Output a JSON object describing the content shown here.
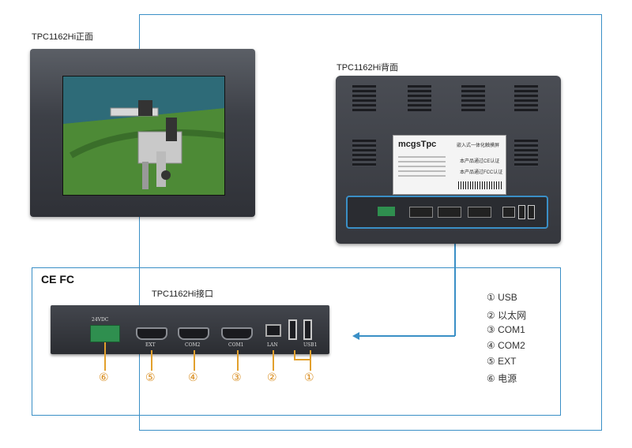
{
  "titles": {
    "front": "TPC1162Hi正面",
    "back": "TPC1162Hi背面",
    "interface": "TPC1162Hi接口"
  },
  "cert_marks": "CE FC",
  "back_sticker": {
    "brand": "mcgsTpc",
    "heading": "嵌入式一体化触摸屏",
    "ce_text": "本产品通过CE认证",
    "fc_text": "本产品通过FCC认证"
  },
  "io_ports": [
    {
      "num": "⑥",
      "caption": "24VDC"
    },
    {
      "num": "⑤",
      "caption": "EXT"
    },
    {
      "num": "④",
      "caption": "COM2"
    },
    {
      "num": "③",
      "caption": "COM1"
    },
    {
      "num": "②",
      "caption": "LAN"
    },
    {
      "num": "①",
      "caption": "USB1"
    }
  ],
  "legend": [
    "① USB",
    "② 以太网",
    "③ COM1",
    "④ COM2",
    "⑤ EXT",
    "⑥ 电源"
  ],
  "colors": {
    "frame": "#3a8fc6",
    "number": "#d88b1c"
  }
}
